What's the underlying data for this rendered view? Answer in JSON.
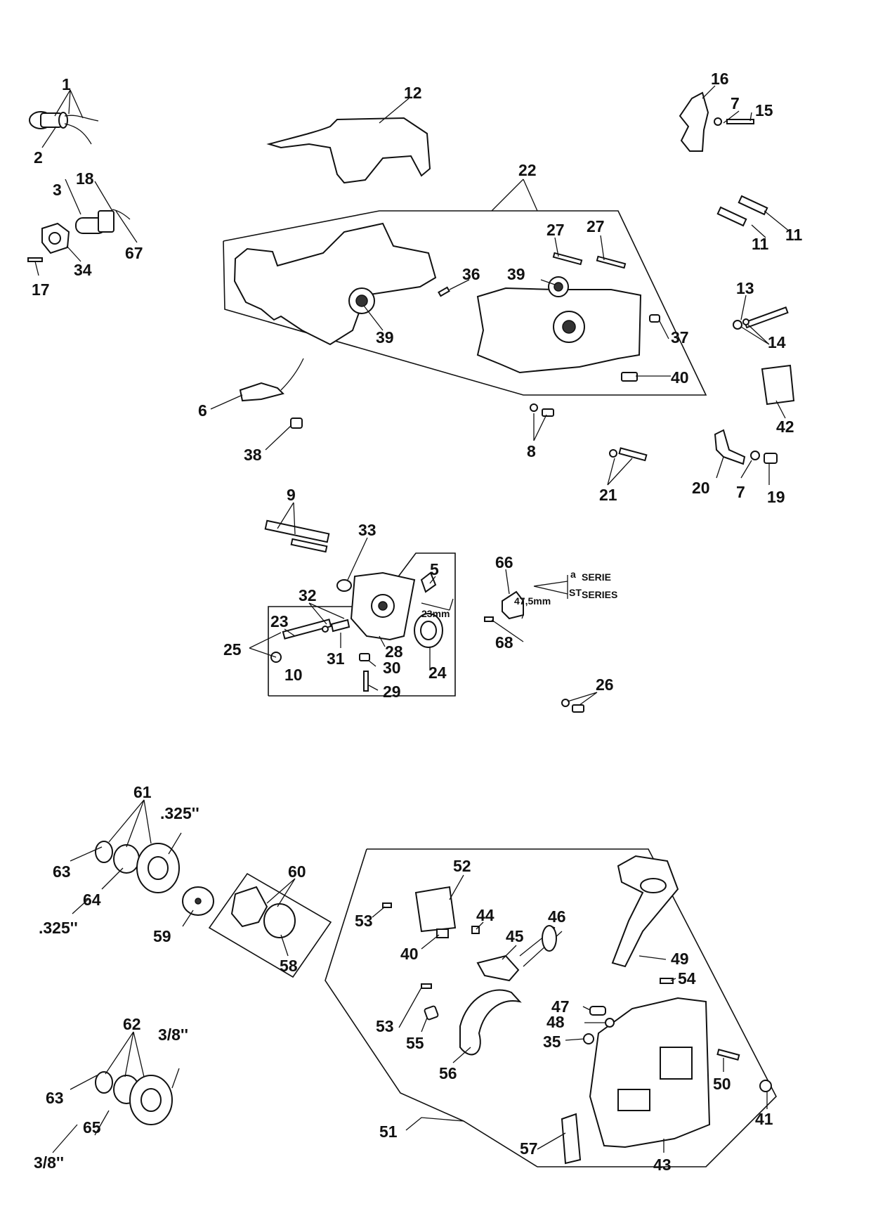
{
  "callouts": [
    {
      "id": "c1",
      "text": "1"
    },
    {
      "id": "c2",
      "text": "2"
    },
    {
      "id": "c3",
      "text": "3"
    },
    {
      "id": "c18",
      "text": "18"
    },
    {
      "id": "c67",
      "text": "67"
    },
    {
      "id": "c34",
      "text": "34"
    },
    {
      "id": "c17",
      "text": "17"
    },
    {
      "id": "c12",
      "text": "12"
    },
    {
      "id": "c16",
      "text": "16"
    },
    {
      "id": "c7a",
      "text": "7"
    },
    {
      "id": "c15",
      "text": "15"
    },
    {
      "id": "c22",
      "text": "22"
    },
    {
      "id": "c27a",
      "text": "27"
    },
    {
      "id": "c27b",
      "text": "27"
    },
    {
      "id": "c11a",
      "text": "11"
    },
    {
      "id": "c11b",
      "text": "11"
    },
    {
      "id": "c36",
      "text": "36"
    },
    {
      "id": "c39a",
      "text": "39"
    },
    {
      "id": "c39b",
      "text": "39"
    },
    {
      "id": "c13",
      "text": "13"
    },
    {
      "id": "c14",
      "text": "14"
    },
    {
      "id": "c37",
      "text": "37"
    },
    {
      "id": "c40a",
      "text": "40"
    },
    {
      "id": "c6",
      "text": "6"
    },
    {
      "id": "c42",
      "text": "42"
    },
    {
      "id": "c38",
      "text": "38"
    },
    {
      "id": "c8",
      "text": "8"
    },
    {
      "id": "c20",
      "text": "20"
    },
    {
      "id": "c7b",
      "text": "7"
    },
    {
      "id": "c19",
      "text": "19"
    },
    {
      "id": "c21",
      "text": "21"
    },
    {
      "id": "c9",
      "text": "9"
    },
    {
      "id": "c33",
      "text": "33"
    },
    {
      "id": "c5",
      "text": "5"
    },
    {
      "id": "c66",
      "text": "66"
    },
    {
      "id": "c32",
      "text": "32"
    },
    {
      "id": "c23",
      "text": "23"
    },
    {
      "id": "c25",
      "text": "25"
    },
    {
      "id": "c31",
      "text": "31"
    },
    {
      "id": "c28",
      "text": "28"
    },
    {
      "id": "c24",
      "text": "24"
    },
    {
      "id": "c10",
      "text": "10"
    },
    {
      "id": "c30",
      "text": "30"
    },
    {
      "id": "c29",
      "text": "29"
    },
    {
      "id": "c68",
      "text": "68"
    },
    {
      "id": "c26",
      "text": "26"
    },
    {
      "id": "c61",
      "text": "61"
    },
    {
      "id": "c325a",
      "text": ".325''"
    },
    {
      "id": "c63a",
      "text": "63"
    },
    {
      "id": "c64",
      "text": "64"
    },
    {
      "id": "c325b",
      "text": ".325''"
    },
    {
      "id": "c59",
      "text": "59"
    },
    {
      "id": "c60",
      "text": "60"
    },
    {
      "id": "c58",
      "text": "58"
    },
    {
      "id": "c52",
      "text": "52"
    },
    {
      "id": "c53a",
      "text": "53"
    },
    {
      "id": "c44",
      "text": "44"
    },
    {
      "id": "c46",
      "text": "46"
    },
    {
      "id": "c45",
      "text": "45"
    },
    {
      "id": "c40b",
      "text": "40"
    },
    {
      "id": "c49",
      "text": "49"
    },
    {
      "id": "c54",
      "text": "54"
    },
    {
      "id": "c47",
      "text": "47"
    },
    {
      "id": "c48",
      "text": "48"
    },
    {
      "id": "c53b",
      "text": "53"
    },
    {
      "id": "c35",
      "text": "35"
    },
    {
      "id": "c55",
      "text": "55"
    },
    {
      "id": "c56",
      "text": "56"
    },
    {
      "id": "c50",
      "text": "50"
    },
    {
      "id": "c41",
      "text": "41"
    },
    {
      "id": "c62",
      "text": "62"
    },
    {
      "id": "c38in",
      "text": "3/8''"
    },
    {
      "id": "c63b",
      "text": "63"
    },
    {
      "id": "c65",
      "text": "65"
    },
    {
      "id": "c38out",
      "text": "3/8''"
    },
    {
      "id": "c51",
      "text": "51"
    },
    {
      "id": "c57",
      "text": "57"
    },
    {
      "id": "c43",
      "text": "43"
    }
  ],
  "annotations": {
    "dim_23mm": "23mm",
    "dim_47_5mm": "47,5mm",
    "serie_mark": "a",
    "serie_text": "SERIE",
    "series_mark": "ST",
    "series_text": "SERIES"
  }
}
